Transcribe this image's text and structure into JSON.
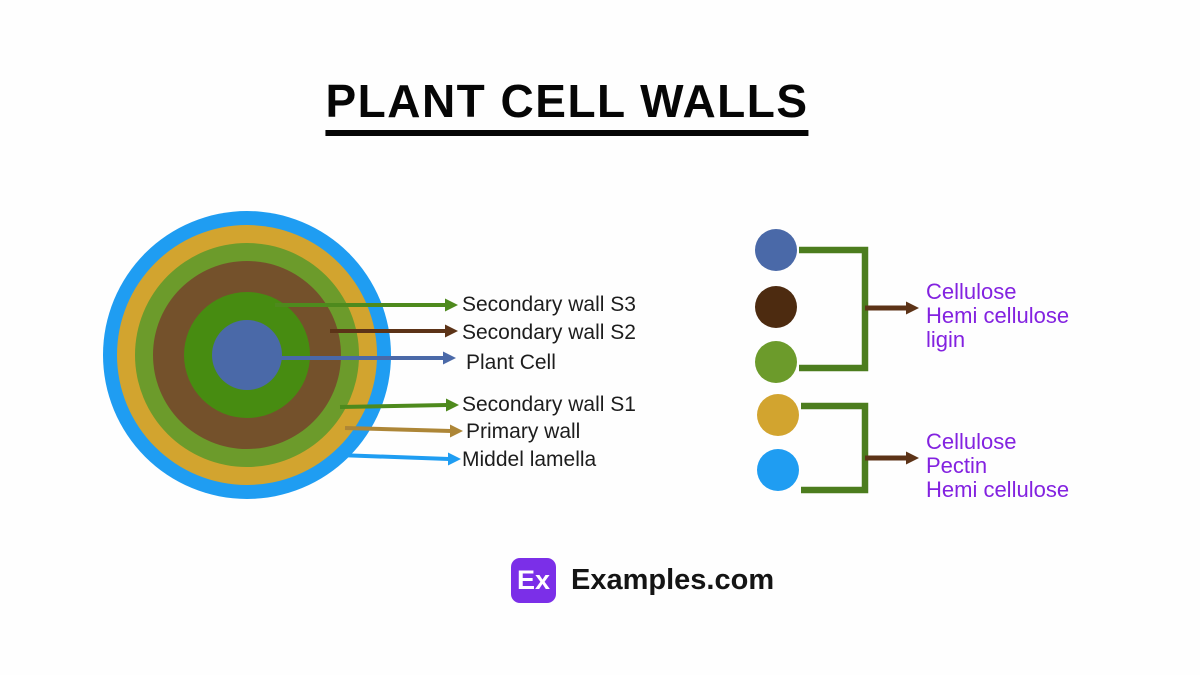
{
  "title": "PLANT CELL WALLS",
  "background": "#FEFEFE",
  "diagram": {
    "rings": [
      {
        "label": "Middel lamella",
        "color": "#1F9DF2"
      },
      {
        "label": "Primary wall",
        "color": "#D2A42F"
      },
      {
        "label": "Secondary wall S1",
        "color": "#6C9B2B"
      },
      {
        "label": "Secondary wall S2",
        "color": "#74512B"
      },
      {
        "label": "Secondary wall S3",
        "color": "#478C11"
      },
      {
        "label": "Plant Cell",
        "color": "#4A69A8"
      }
    ],
    "labels": [
      {
        "text": "Secondary wall S3",
        "arrow_color": "#4E8A1D"
      },
      {
        "text": "Secondary wall S2",
        "arrow_color": "#5C3317"
      },
      {
        "text": "Plant Cell",
        "arrow_color": "#4A69A8"
      },
      {
        "text": "Secondary wall S1",
        "arrow_color": "#4E8A1D"
      },
      {
        "text": "Primary wall",
        "arrow_color": "#AD8637"
      },
      {
        "text": "Middel lamella",
        "arrow_color": "#1F9DF2"
      }
    ]
  },
  "legend": {
    "bracket_color": "#4C7D1E",
    "arrow_color": "#5C3317",
    "text_color": "#8322E0",
    "groups": [
      {
        "swatches": [
          "#4A69A8",
          "#4D2B10",
          "#6C9B2B"
        ],
        "lines": [
          "Cellulose",
          "Hemi cellulose",
          "ligin"
        ]
      },
      {
        "swatches": [
          "#D2A42F",
          "#1F9DF2"
        ],
        "lines": [
          "Cellulose",
          "Pectin",
          "Hemi cellulose"
        ]
      }
    ]
  },
  "footer": {
    "logo_text": "Ex",
    "brand": "Examples.com",
    "logo_color": "#7B2FE8"
  }
}
